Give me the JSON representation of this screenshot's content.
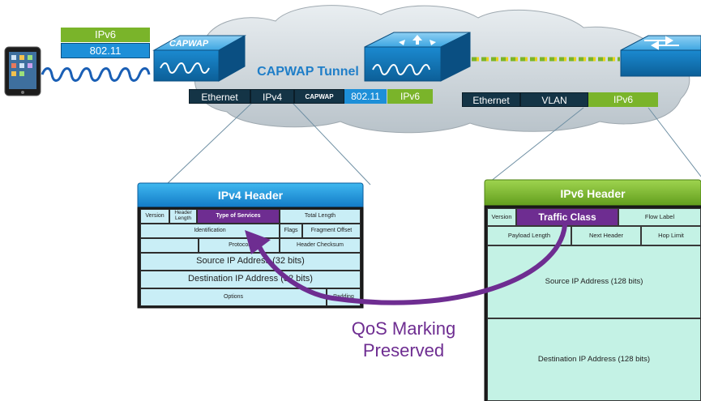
{
  "left_stack": {
    "top_label": "IPv6",
    "bottom_label": "802.11"
  },
  "tunnel_label": "CAPWAP Tunnel",
  "ap_label": "CAPWAP",
  "left_encap": [
    "Ethernet",
    "IPv4",
    "CAPWAP",
    "802.11",
    "IPv6"
  ],
  "right_encap": [
    "Ethernet",
    "VLAN",
    "IPv6"
  ],
  "ipv4": {
    "title": "IPv4 Header",
    "version": "Version",
    "header_length": "Header Length",
    "tos": "Type of Services",
    "total_length": "Total Length",
    "identification": "Identification",
    "flags": "Flags",
    "fragment_offset": "Fragment Offset",
    "protocol": "Protocol",
    "checksum": "Header Checksum",
    "source": "Source IP Address (32 bits)",
    "destination": "Destination IP Address (32 bits)",
    "options": "Options",
    "padding": "Padding"
  },
  "ipv6": {
    "title": "IPv6 Header",
    "version": "Version",
    "traffic_class": "Traffic Class",
    "flow_label": "Flow Label",
    "payload_length": "Payload Length",
    "next_header": "Next Header",
    "hop_limit": "Hop Limit",
    "source": "Source IP Address (128 bits)",
    "destination": "Destination IP Address (128 bits)"
  },
  "qos_label": {
    "line1": "QoS Marking",
    "line2": "Preserved"
  },
  "colors": {
    "purple": "#6e2d91",
    "blue": "#1d8fd8",
    "green": "#7ab42a",
    "navy": "#143446"
  }
}
